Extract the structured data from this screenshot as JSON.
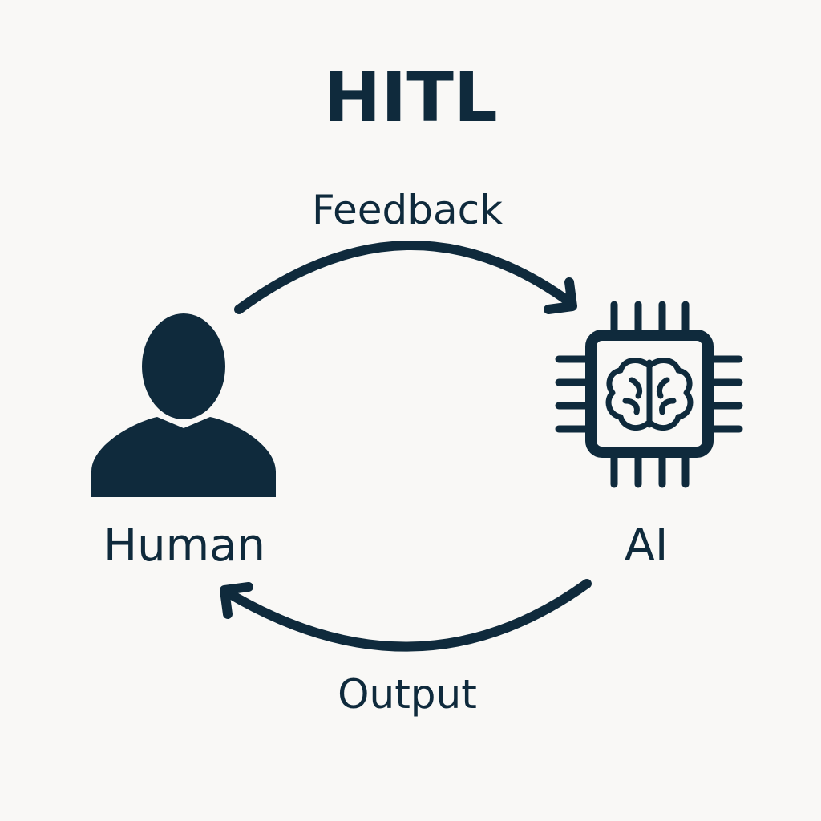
{
  "diagram": {
    "title": "HITL",
    "nodes": {
      "human": {
        "label": "Human",
        "icon": "person-icon"
      },
      "ai": {
        "label": "AI",
        "icon": "chip-brain-icon"
      }
    },
    "edges": {
      "feedback": {
        "label": "Feedback",
        "from": "Human",
        "to": "AI",
        "icon": "arrow-icon"
      },
      "output": {
        "label": "Output",
        "from": "AI",
        "to": "Human",
        "icon": "arrow-icon"
      }
    }
  },
  "colors": {
    "ink": "#0f2a3c",
    "background": "#f9f8f6"
  }
}
